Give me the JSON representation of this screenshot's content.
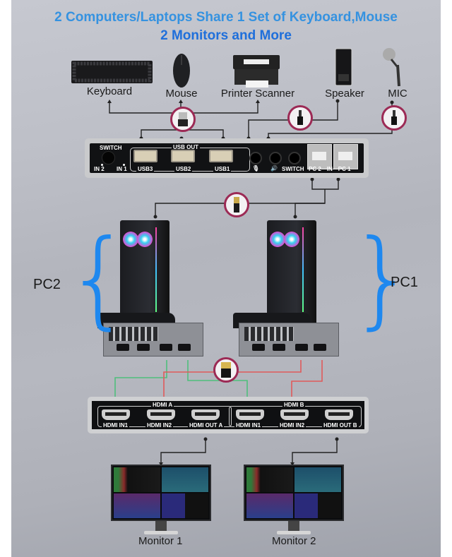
{
  "title": {
    "line1": "2 Computers/Laptops Share 1 Set of Keyboard,Mouse",
    "line2": "2 Monitors and More"
  },
  "peripherals": [
    {
      "label": "Keyboard",
      "icon": "keyboard-icon"
    },
    {
      "label": "Mouse",
      "icon": "mouse-icon"
    },
    {
      "label": "Printer Scanner",
      "icon": "printer-icon"
    },
    {
      "label": "Speaker",
      "icon": "speaker-icon"
    },
    {
      "label": "MIC",
      "icon": "microphone-icon"
    }
  ],
  "kvm_switch": {
    "switch_label": "SWITCH",
    "in2": "IN 2",
    "in1": "IN 1",
    "usb_out_label": "USB OUT",
    "usb_ports": [
      "USB3",
      "USB2",
      "USB1"
    ],
    "audio_switch_label": "SWITCH",
    "pc_in_label": "PC 2—IN—PC 1"
  },
  "computers": [
    {
      "label": "PC2"
    },
    {
      "label": "PC1"
    }
  ],
  "hdmi_switch": {
    "group_a": "HDMI A",
    "group_b": "HDMI B",
    "ports": [
      "HDMI IN1",
      "HDMI IN2",
      "HDMI OUT A",
      "HDMI IN1",
      "HDMI IN2",
      "HDMI OUT B"
    ]
  },
  "monitors": [
    {
      "label": "Monitor 1"
    },
    {
      "label": "Monitor 2"
    }
  ],
  "colors": {
    "title_blue": "#3592e0",
    "brace_blue": "#1e88ef",
    "cable_green": "#4fbf7c",
    "cable_red": "#e05a5a",
    "badge_ring": "#9c2a55"
  }
}
